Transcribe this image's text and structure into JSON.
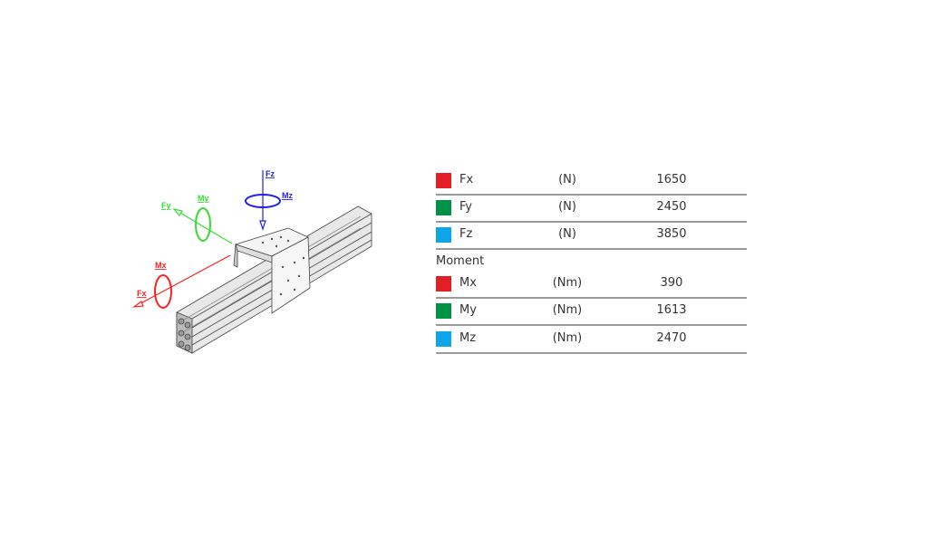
{
  "colors": {
    "red": "#e31e24",
    "green": "#009245",
    "blue": "#0ea5e9",
    "diagram_red": "#ff2020",
    "diagram_green": "#33dd33",
    "diagram_blue": "#2020ee"
  },
  "diagram": {
    "labels": {
      "fz": "Fz",
      "mz": "Mz",
      "fy": "Fy",
      "my": "My",
      "fx": "Fx",
      "mx": "Mx"
    }
  },
  "force": {
    "rows": [
      {
        "label": "Fx",
        "unit": "(N)",
        "value": "1650",
        "color": "#e31e24"
      },
      {
        "label": "Fy",
        "unit": "(N)",
        "value": "2450",
        "color": "#009245"
      },
      {
        "label": "Fz",
        "unit": "(N)",
        "value": "3850",
        "color": "#0ea5e9"
      }
    ]
  },
  "moment": {
    "title": "Moment",
    "rows": [
      {
        "label": "Mx",
        "unit": "(Nm)",
        "value": "390",
        "color": "#e31e24"
      },
      {
        "label": "My",
        "unit": "(Nm)",
        "value": "1613",
        "color": "#009245"
      },
      {
        "label": "Mz",
        "unit": "(Nm)",
        "value": "2470",
        "color": "#0ea5e9"
      }
    ]
  }
}
